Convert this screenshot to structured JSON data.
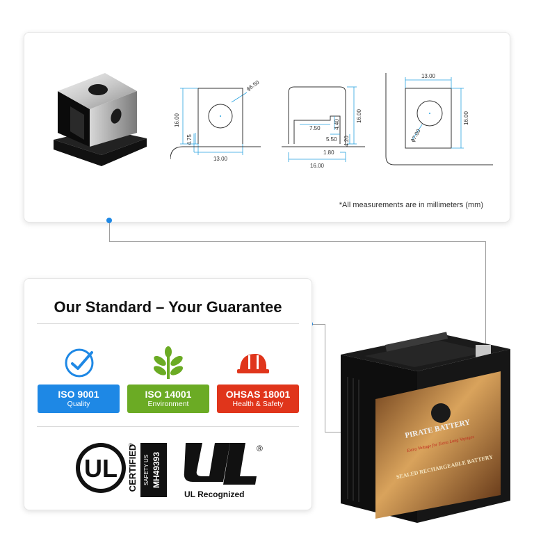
{
  "drawings": {
    "note": "*All measurements are in millimeters (mm)",
    "view1": {
      "diameter": "ɸ6.50",
      "height": "16.00",
      "offset": "4.75",
      "width": "13.00"
    },
    "view2": {
      "d1": "7.50",
      "d2": "4.40",
      "d3": "5.50",
      "d4": "4.20",
      "d5": "1.80",
      "height": "16.00",
      "width": "16.00"
    },
    "view3": {
      "width": "13.00",
      "height": "16.00",
      "diameter": "ɸ7.00"
    }
  },
  "standards": {
    "heading": "Our Standard – Your Guarantee",
    "items": [
      {
        "code": "ISO 9001",
        "label": "Quality",
        "color": "#1e88e5",
        "icon": "check-circle-icon"
      },
      {
        "code": "ISO 14001",
        "label": "Environment",
        "color": "#6bab24",
        "icon": "plant-icon"
      },
      {
        "code": "OHSAS 18001",
        "label": "Health & Safety",
        "color": "#e0351b",
        "icon": "hard-hat-icon"
      }
    ]
  },
  "certifications": {
    "ul_certified": {
      "word": "CERTIFIED",
      "safety": "SAFETY US",
      "number": "MH49393"
    },
    "ul_recognized": {
      "label": "UL Recognized",
      "registered": "®"
    }
  },
  "battery": {
    "brand": "PIRATE BATTERY",
    "tagline": "Extra Voltage for Extra Long Voyages",
    "type": "SEALED RECHARGEABLE BATTERY"
  }
}
